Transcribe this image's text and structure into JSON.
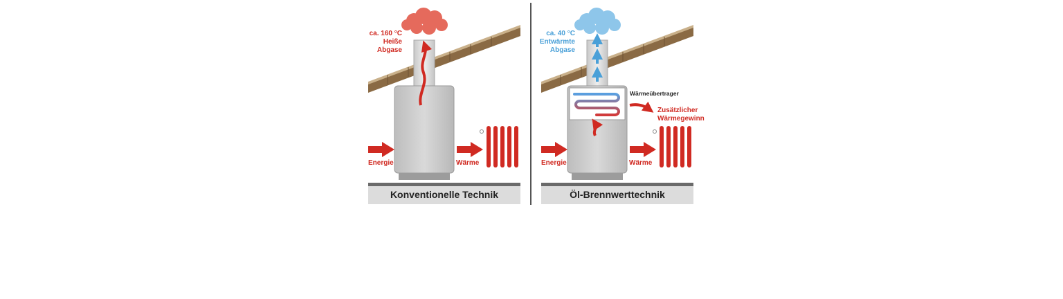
{
  "panels": [
    {
      "temp": "ca. 160 °C",
      "exhaust_line1": "Heiße",
      "exhaust_line2": "Abgase",
      "input_label": "Energie",
      "output_label": "Wärme",
      "footer_title": "Konventionelle Technik"
    },
    {
      "temp": "ca. 40 °C",
      "exhaust_line1": "Entwärmte",
      "exhaust_line2": "Abgase",
      "exchanger_label": "Wärmeübertrager",
      "gain_line1": "Zusätzlicher",
      "gain_line2": "Wärmegewinn",
      "input_label": "Energie",
      "output_label": "Wärme",
      "footer_title": "Öl-Brennwerttechnik"
    }
  ],
  "colors": {
    "arrow_red": "#d02a22",
    "cool_blue": "#4aa0d8",
    "hot_cloud": "#e56a5c",
    "cool_cloud": "#8ec6ea",
    "roof": "#8a6a44",
    "boiler": "#cfcfcf",
    "footer_band": "#dcdcdc"
  },
  "icons": [
    "hot-cloud-icon",
    "cool-cloud-icon",
    "radiator-icon",
    "arrow-icon",
    "heat-exchanger-coil-icon"
  ]
}
